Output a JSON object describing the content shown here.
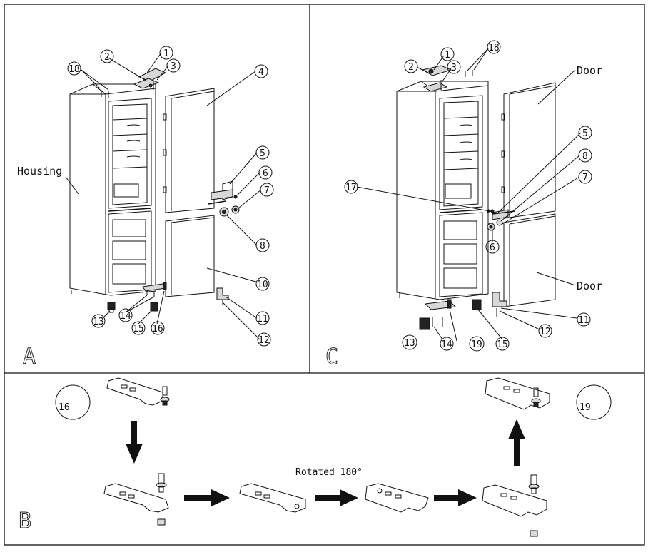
{
  "panels": {
    "a": "A",
    "b": "B",
    "c": "C"
  },
  "labels": {
    "housing": "Housing",
    "door_upper": "Door",
    "door_lower": "Door",
    "rotated": "Rotated 180°"
  },
  "part_numbers": {
    "a": [
      "1",
      "2",
      "3",
      "4",
      "5",
      "6",
      "7",
      "8",
      "10",
      "11",
      "12",
      "13",
      "14",
      "15",
      "16",
      "18"
    ],
    "c": [
      "1",
      "2",
      "3",
      "18",
      "5",
      "8",
      "7",
      "17",
      "6",
      "11",
      "12",
      "13",
      "14",
      "19",
      "15"
    ],
    "b": [
      "16",
      "19"
    ]
  }
}
